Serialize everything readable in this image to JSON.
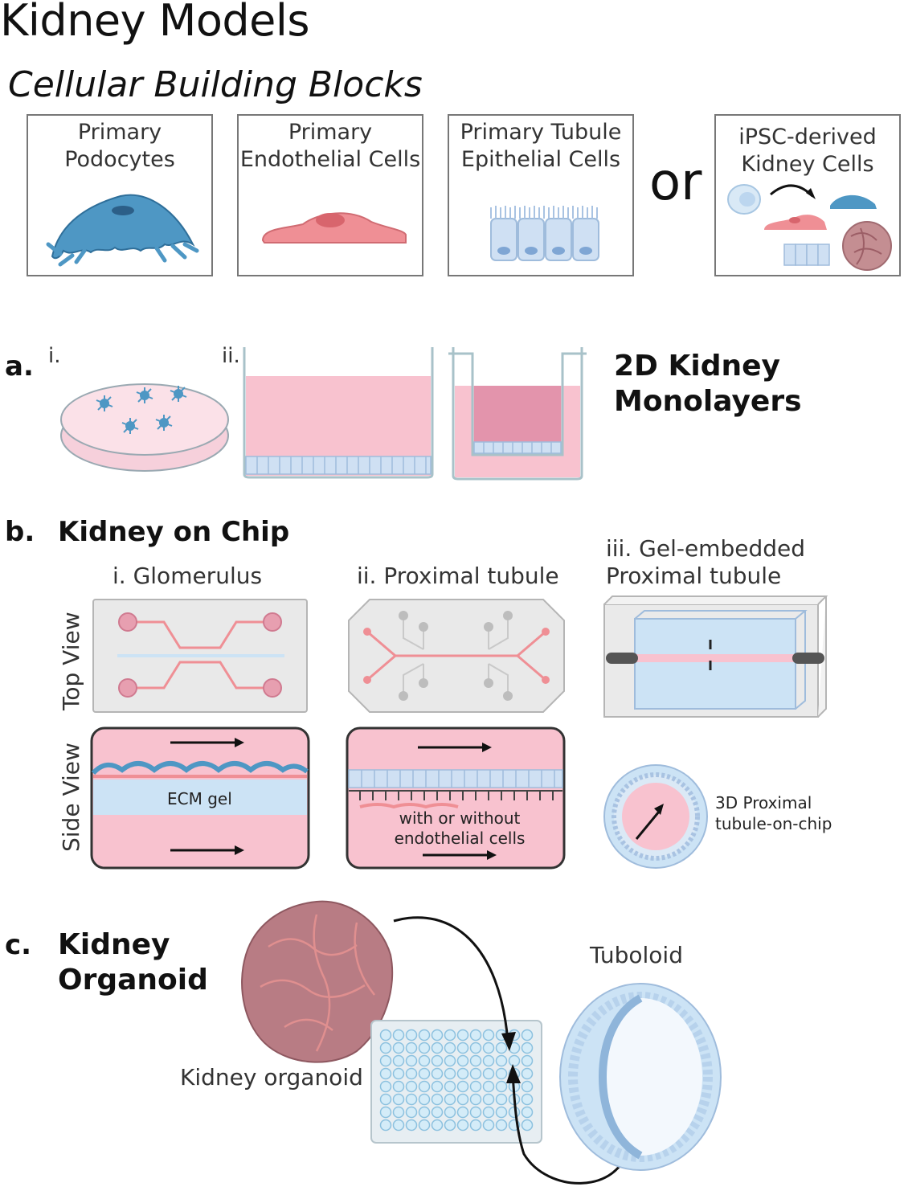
{
  "title": "Kidney Models",
  "subtitle": "Cellular Building Blocks",
  "building_blocks": {
    "podocytes": [
      "Primary",
      "Podocytes"
    ],
    "endothelial": [
      "Primary",
      "Endothelial Cells"
    ],
    "tubule": [
      "Primary Tubule",
      "Epithelial Cells"
    ],
    "or": "or",
    "ipsc": [
      "iPSC-derived",
      "Kidney Cells"
    ]
  },
  "section_a": {
    "letter": "a.",
    "i": "i.",
    "ii": "ii.",
    "heading": [
      "2D Kidney",
      "Monolayers"
    ]
  },
  "section_b": {
    "letter": "b.",
    "heading": "Kidney on Chip",
    "glomerulus": "i. Glomerulus",
    "proximal": "ii. Proximal tubule",
    "gel": [
      "iii. Gel-embedded",
      "Proximal tubule"
    ],
    "top_view": "Top View",
    "side_view": "Side View",
    "ecm": "ECM gel",
    "endo_note": [
      "with or without",
      "endothelial cells"
    ],
    "proximal3d": [
      "3D Proximal",
      "tubule-on-chip"
    ]
  },
  "section_c": {
    "letter": "c.",
    "heading": [
      "Kidney",
      "Organoid"
    ],
    "tuboloid": "Tuboloid",
    "organoid": "Kidney organoid"
  },
  "colors": {
    "podocyte_blue": "#4e97c4",
    "endothelial_pink": "#ef8f95",
    "epithelial_blue": "#cfe0f3",
    "medium_pink": "#f8c2cf",
    "ecm_blue": "#cce3f5",
    "organoid_mauve": "#b87c84"
  }
}
